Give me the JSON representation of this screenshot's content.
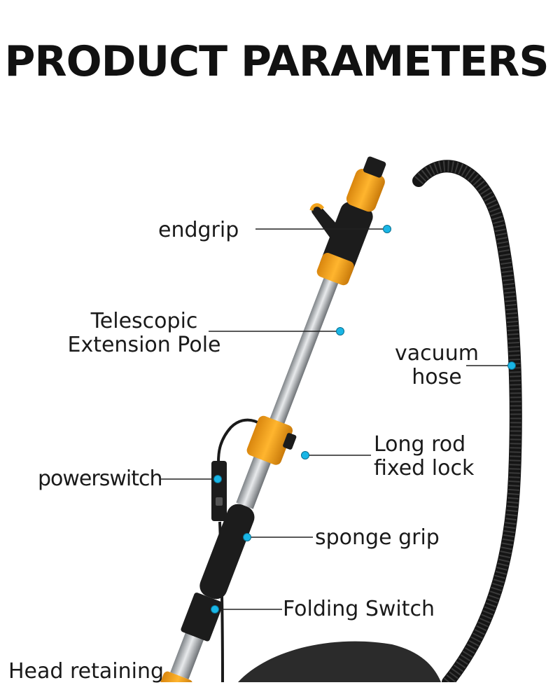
{
  "title": "PRODUCT PARAMETERS",
  "labels": {
    "endgrip": "endgrip",
    "telescopic_line1": "Telescopic",
    "telescopic_line2": "Extension Pole",
    "vacuum_line1": "vacuum",
    "vacuum_line2": "hose",
    "long_rod_line1": "Long rod",
    "long_rod_line2": "fixed lock",
    "power_switch": "powerswitch",
    "sponge_grip": "sponge grip",
    "folding_switch": "Folding Switch",
    "head_retaining": "Head retaining"
  },
  "colors": {
    "accent_orange": "#f3a31b",
    "callout_dot": "#19b6e6",
    "pole_silver": "#b8bcc0",
    "grip_black": "#1c1c1c",
    "hose_black": "#151515",
    "line": "#222222"
  }
}
